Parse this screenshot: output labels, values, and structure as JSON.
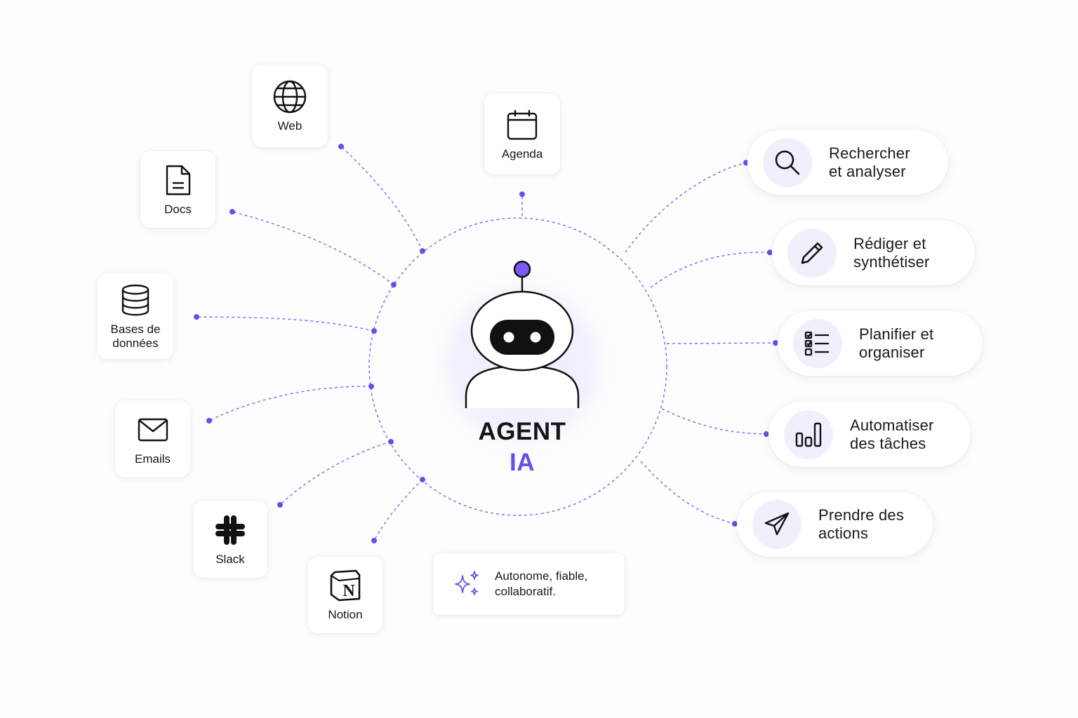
{
  "center": {
    "title_line1": "AGENT",
    "title_line2": "IA"
  },
  "colors": {
    "accent": "#6d4ce8",
    "link": "#6d4ce8",
    "soft": "#f1effb",
    "ink": "#111111"
  },
  "sources": [
    {
      "id": "web",
      "label": "Web",
      "icon": "globe-icon"
    },
    {
      "id": "agenda",
      "label": "Agenda",
      "icon": "calendar-icon"
    },
    {
      "id": "docs",
      "label": "Docs",
      "icon": "document-icon"
    },
    {
      "id": "databases",
      "label": "Bases de données",
      "icon": "database-icon"
    },
    {
      "id": "emails",
      "label": "Emails",
      "icon": "mail-icon"
    },
    {
      "id": "slack",
      "label": "Slack",
      "icon": "slack-icon"
    },
    {
      "id": "notion",
      "label": "Notion",
      "icon": "notion-icon"
    }
  ],
  "capabilities": [
    {
      "id": "research",
      "label": "Rechercher et analyser",
      "icon": "search-icon"
    },
    {
      "id": "write",
      "label": "Rédiger et synthétiser",
      "icon": "pencil-icon"
    },
    {
      "id": "plan",
      "label": "Planifier et organiser",
      "icon": "checklist-icon"
    },
    {
      "id": "automate",
      "label": "Automatiser des tâches",
      "icon": "bar-chart-icon"
    },
    {
      "id": "act",
      "label": "Prendre des actions",
      "icon": "send-icon"
    }
  ],
  "tagline": {
    "text": "Autonome, fiable, collaboratif.",
    "icon": "sparkles-icon"
  }
}
